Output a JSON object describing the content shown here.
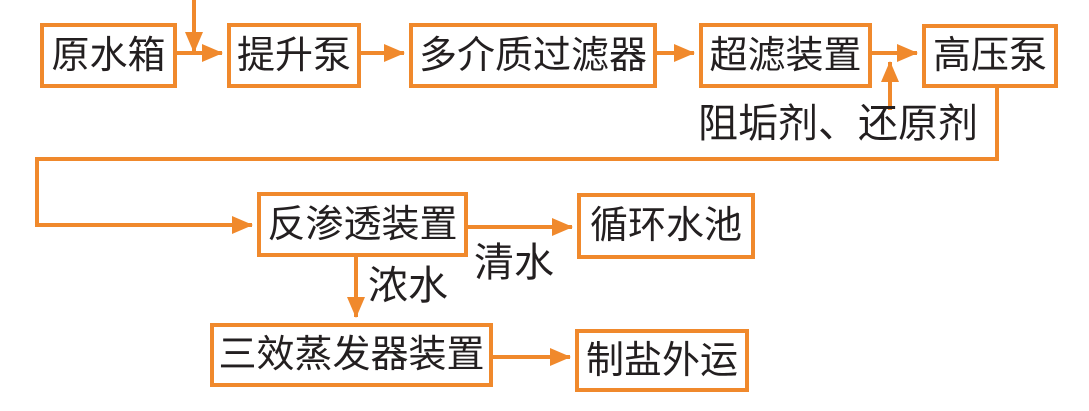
{
  "colors": {
    "accent_orange": "#F0892C",
    "text": "#231F20",
    "background": "#FFFFFF"
  },
  "flowchart": {
    "nodes": [
      {
        "id": "raw-water-tank",
        "label": "原水箱"
      },
      {
        "id": "lift-pump",
        "label": "提升泵"
      },
      {
        "id": "multi-media-filter",
        "label": "多介质过滤器"
      },
      {
        "id": "ultrafiltration-unit",
        "label": "超滤装置"
      },
      {
        "id": "high-pressure-pump",
        "label": "高压泵"
      },
      {
        "id": "reverse-osmosis-unit",
        "label": "反渗透装置"
      },
      {
        "id": "circulating-water-pool",
        "label": "循环水池"
      },
      {
        "id": "triple-effect-evaporator",
        "label": "三效蒸发器装置"
      },
      {
        "id": "salt-outbound",
        "label": "制盐外运"
      }
    ],
    "edge_labels": {
      "dosing": "阻垢剂、还原剂",
      "clear_water": "清水",
      "concentrated_water": "浓水"
    },
    "edges": [
      {
        "from": "top-inlet",
        "to": "lift-pump"
      },
      {
        "from": "raw-water-tank",
        "to": "lift-pump"
      },
      {
        "from": "lift-pump",
        "to": "multi-media-filter"
      },
      {
        "from": "multi-media-filter",
        "to": "ultrafiltration-unit"
      },
      {
        "from": "ultrafiltration-unit",
        "to": "high-pressure-pump"
      },
      {
        "from": "dosing-label",
        "to": "ultrafiltration-to-high-pressure-line"
      },
      {
        "from": "high-pressure-pump",
        "to": "reverse-osmosis-unit"
      },
      {
        "from": "reverse-osmosis-unit",
        "to": "circulating-water-pool",
        "label_key": "clear_water"
      },
      {
        "from": "reverse-osmosis-unit",
        "to": "triple-effect-evaporator",
        "label_key": "concentrated_water"
      },
      {
        "from": "triple-effect-evaporator",
        "to": "salt-outbound"
      }
    ]
  }
}
